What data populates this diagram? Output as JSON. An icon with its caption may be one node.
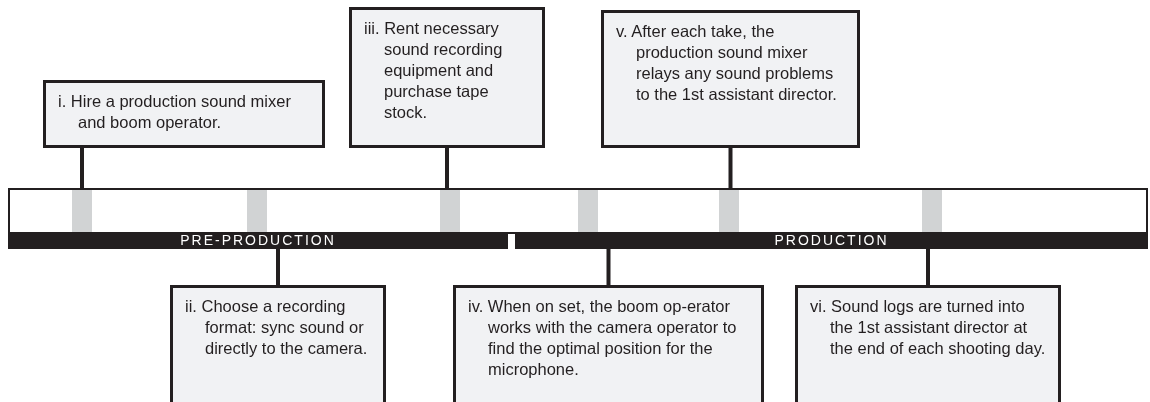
{
  "diagram": {
    "nodes": [
      {
        "text": [
          "i. Hire a production sound mixer and boom operator."
        ]
      },
      {
        "text": [
          "iii. Rent necessary sound recording equipment and purchase tape stock."
        ]
      },
      {
        "text": [
          "v. After each take, the production sound mixer relays any sound problems to the 1st assistant director."
        ]
      },
      {
        "text": [],
        "shape": "box"
      },
      {
        "text": [],
        "shape": "bar",
        "in": 3
      },
      {
        "text": [],
        "shape": "bar",
        "in": 3
      },
      {
        "text": [],
        "shape": "bar",
        "in": 3
      },
      {
        "text": [],
        "shape": "bar",
        "in": 3
      },
      {
        "text": [],
        "shape": "bar",
        "in": 3
      },
      {
        "text": [],
        "shape": "bar",
        "in": 3
      },
      {
        "text": [
          "PRE-PRODUCTION"
        ]
      },
      {
        "text": [
          "PRODUCTION"
        ]
      },
      {
        "text": [
          "ii. Choose a recording format: sync sound or directly to the camera."
        ]
      },
      {
        "text": [
          "iv. When on set, the boom op-erator works with the camera operator to find the optimal position for the microphone."
        ]
      },
      {
        "text": [
          "vi. Sound logs are turned into the 1st assistant director at the end of each shooting day."
        ]
      }
    ],
    "edges": [
      {
        "from": 0,
        "to": 4,
        "arrow": "none"
      },
      {
        "from": 12,
        "to": 10,
        "arrow": "none"
      },
      {
        "from": 1,
        "to": 6,
        "arrow": "none"
      },
      {
        "from": 13,
        "to": 11,
        "arrow": "none"
      },
      {
        "from": 2,
        "to": 8,
        "arrow": "none"
      },
      {
        "from": 14,
        "to": 11,
        "arrow": "none"
      }
    ]
  }
}
